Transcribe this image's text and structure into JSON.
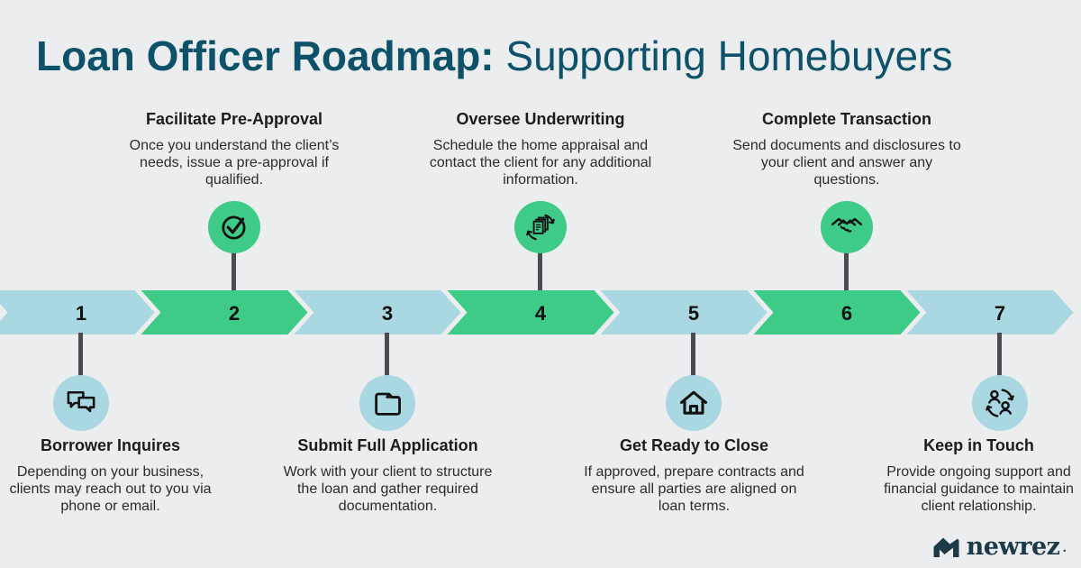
{
  "title": {
    "bold": "Loan Officer Roadmap:",
    "regular": " Supporting Homebuyers",
    "color": "#0D5269"
  },
  "colors": {
    "background": "#ECEDEE",
    "green": "#3ECB87",
    "light_blue": "#A9D8E2",
    "stem_gray": "#4B4B53",
    "icon_stroke": "#121212"
  },
  "steps": [
    {
      "number": "1",
      "position": "bottom",
      "color": "light_blue",
      "icon": "chat-bubbles-icon",
      "title": "Borrower Inquires",
      "description": "Depending on your business, clients may reach out to you via phone or email."
    },
    {
      "number": "2",
      "position": "top",
      "color": "green",
      "icon": "circled-check-icon",
      "title": "Facilitate Pre-Approval",
      "description": "Once you understand the client’s needs, issue a pre-approval if qualified."
    },
    {
      "number": "3",
      "position": "bottom",
      "color": "light_blue",
      "icon": "folder-icon",
      "title": "Submit Full Application",
      "description": "Work with your client to structure the loan and gather required documentation."
    },
    {
      "number": "4",
      "position": "top",
      "color": "green",
      "icon": "documents-sync-icon",
      "title": "Oversee Underwriting",
      "description": "Schedule the home appraisal and contact the client for any additional information."
    },
    {
      "number": "5",
      "position": "bottom",
      "color": "light_blue",
      "icon": "house-icon",
      "title": "Get Ready to Close",
      "description": "If approved, prepare contracts and ensure all parties are aligned on loan terms."
    },
    {
      "number": "6",
      "position": "top",
      "color": "green",
      "icon": "handshake-icon",
      "title": "Complete Transaction",
      "description": "Send documents and disclosures to your client and answer any questions."
    },
    {
      "number": "7",
      "position": "bottom",
      "color": "light_blue",
      "icon": "people-sync-icon",
      "title": "Keep in Touch",
      "description": "Provide ongoing support and financial guidance to maintain client relationship."
    }
  ],
  "logo": {
    "text": "newrez",
    "suffix": "."
  }
}
